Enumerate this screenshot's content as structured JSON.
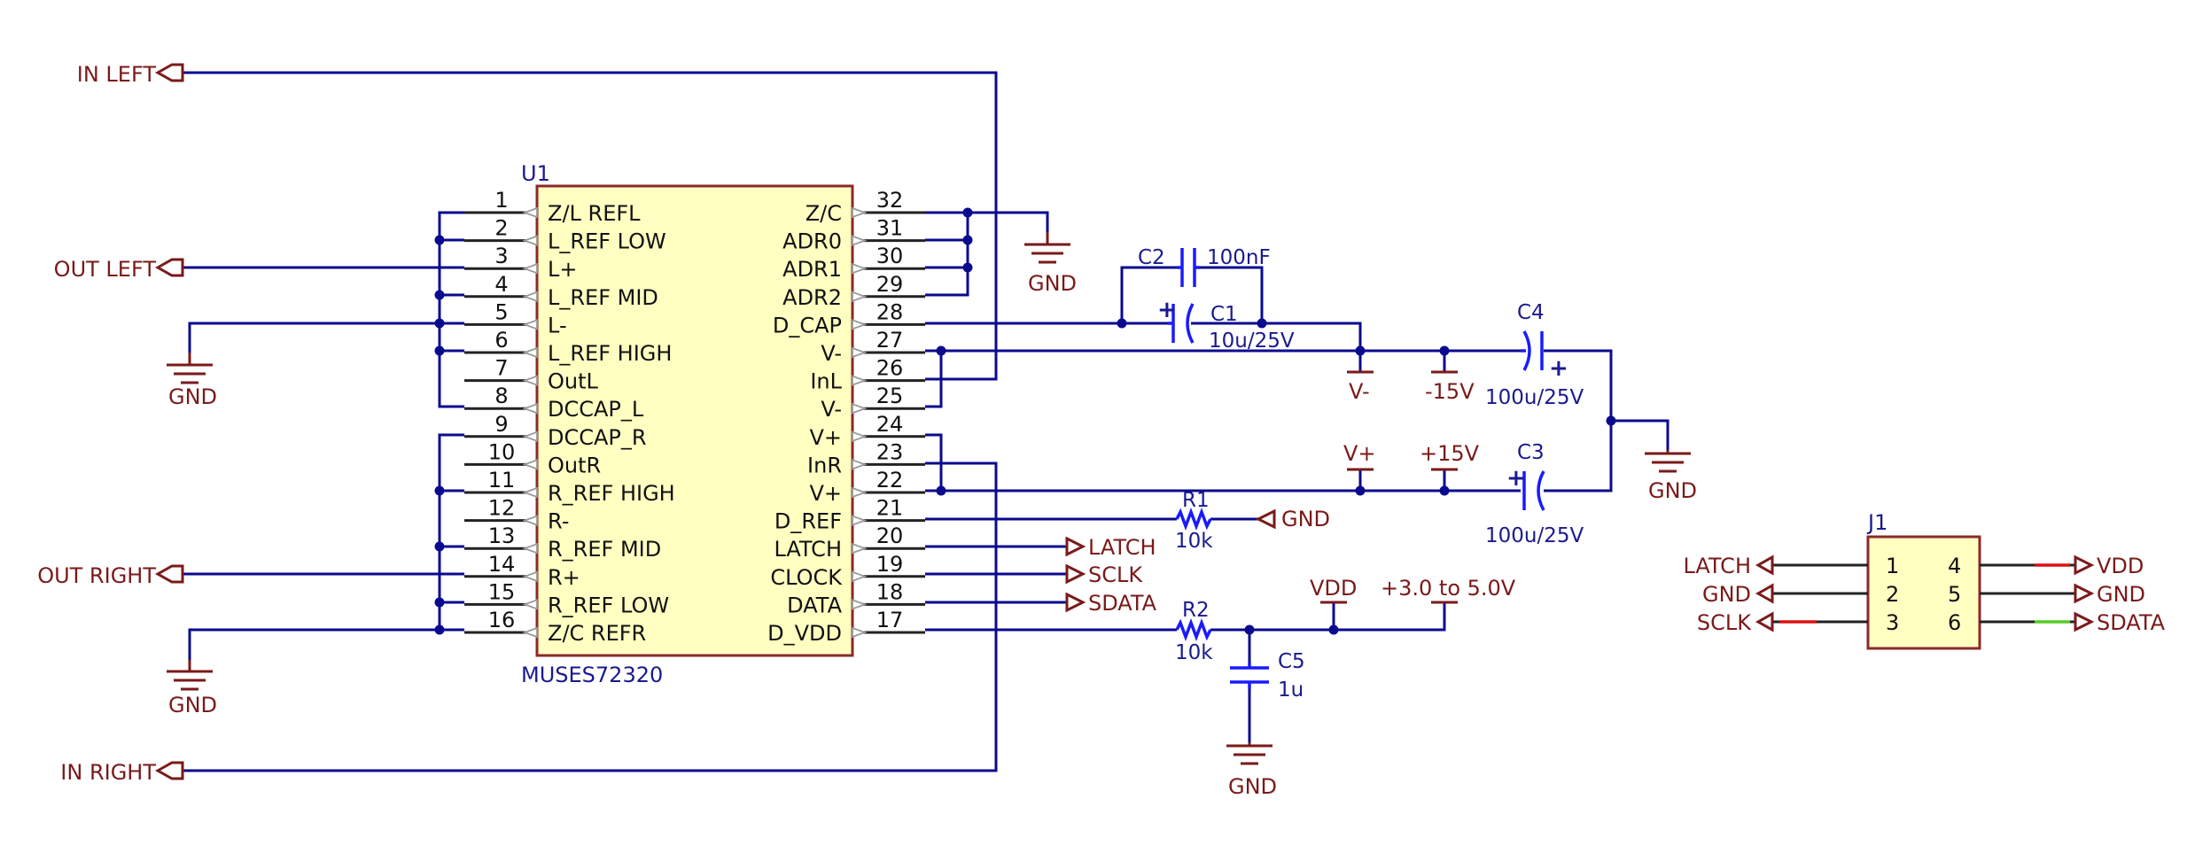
{
  "u1": {
    "ref": "U1",
    "value": "MUSES72320",
    "left_pins": [
      {
        "num": "1",
        "name": "Z/L REFL"
      },
      {
        "num": "2",
        "name": "L_REF LOW"
      },
      {
        "num": "3",
        "name": "L+"
      },
      {
        "num": "4",
        "name": "L_REF MID"
      },
      {
        "num": "5",
        "name": "L-"
      },
      {
        "num": "6",
        "name": "L_REF HIGH"
      },
      {
        "num": "7",
        "name": "OutL"
      },
      {
        "num": "8",
        "name": "DCCAP_L"
      },
      {
        "num": "9",
        "name": "DCCAP_R"
      },
      {
        "num": "10",
        "name": "OutR"
      },
      {
        "num": "11",
        "name": "R_REF HIGH"
      },
      {
        "num": "12",
        "name": "R-"
      },
      {
        "num": "13",
        "name": "R_REF MID"
      },
      {
        "num": "14",
        "name": "R+"
      },
      {
        "num": "15",
        "name": "R_REF LOW"
      },
      {
        "num": "16",
        "name": "Z/C REFR"
      }
    ],
    "right_pins": [
      {
        "num": "32",
        "name": "Z/C"
      },
      {
        "num": "31",
        "name": "ADR0"
      },
      {
        "num": "30",
        "name": "ADR1"
      },
      {
        "num": "29",
        "name": "ADR2"
      },
      {
        "num": "28",
        "name": "D_CAP"
      },
      {
        "num": "27",
        "name": "V-"
      },
      {
        "num": "26",
        "name": "InL"
      },
      {
        "num": "25",
        "name": "V-"
      },
      {
        "num": "24",
        "name": "V+"
      },
      {
        "num": "23",
        "name": "InR"
      },
      {
        "num": "22",
        "name": "V+"
      },
      {
        "num": "21",
        "name": "D_REF"
      },
      {
        "num": "20",
        "name": "LATCH"
      },
      {
        "num": "19",
        "name": "CLOCK"
      },
      {
        "num": "18",
        "name": "DATA"
      },
      {
        "num": "17",
        "name": "D_VDD"
      }
    ]
  },
  "ports": {
    "in_left": "IN LEFT",
    "out_left": "OUT LEFT",
    "out_right": "OUT RIGHT",
    "in_right": "IN RIGHT",
    "latch": "LATCH",
    "sclk": "SCLK",
    "sdata": "SDATA"
  },
  "power": {
    "gnd": "GND",
    "vminus": "V-",
    "minus15": "-15V",
    "vplus": "V+",
    "plus15": "+15V",
    "vdd": "VDD",
    "vdd_range": "+3.0 to 5.0V"
  },
  "components": {
    "c1": {
      "ref": "C1",
      "value": "10u/25V"
    },
    "c2": {
      "ref": "C2",
      "value": "100nF"
    },
    "c3": {
      "ref": "C3",
      "value": "100u/25V"
    },
    "c4": {
      "ref": "C4",
      "value": "100u/25V"
    },
    "c5": {
      "ref": "C5",
      "value": "1u"
    },
    "r1": {
      "ref": "R1",
      "value": "10k"
    },
    "r2": {
      "ref": "R2",
      "value": "10k"
    }
  },
  "j1": {
    "ref": "J1",
    "pins_left": [
      "1",
      "2",
      "3"
    ],
    "pins_right": [
      "4",
      "5",
      "6"
    ],
    "nets_left": [
      "LATCH",
      "GND",
      "SCLK"
    ],
    "nets_right": [
      "VDD",
      "GND",
      "SDATA"
    ]
  },
  "colors": {
    "wire": "#0a0a8f",
    "net_label": "#7a1a1a",
    "ic_body": "#ffffc2",
    "capacitor": "#1a1aff",
    "marker_red": "#dd1111",
    "marker_green": "#55cc22"
  }
}
